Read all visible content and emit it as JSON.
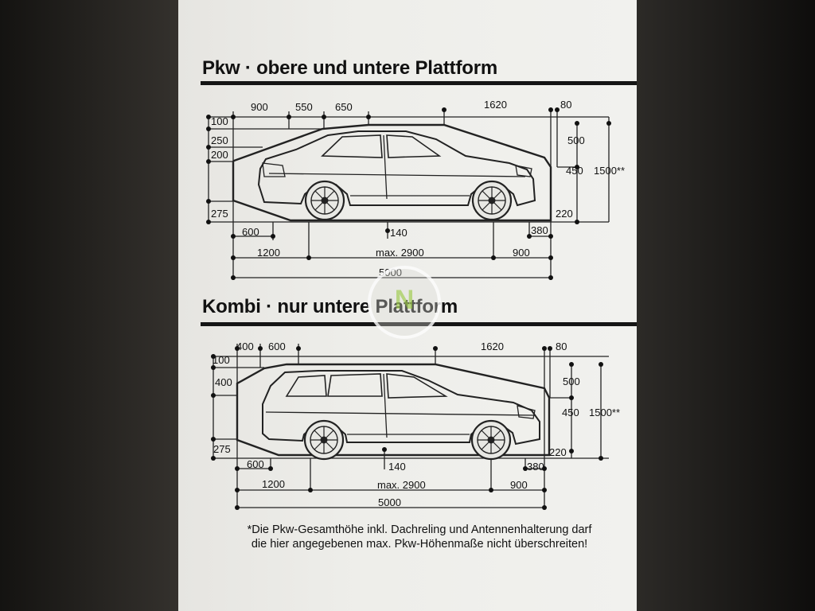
{
  "section1": {
    "title": "Pkw · obere und untere Plattform",
    "dims_top": [
      "900",
      "550",
      "650",
      "1620",
      "80"
    ],
    "dims_left": [
      "100",
      "250",
      "200",
      "275"
    ],
    "dims_right": [
      "500",
      "450",
      "1500**",
      "220"
    ],
    "dims_bottom": [
      "600",
      "140",
      "380",
      "1200",
      "max. 2900",
      "900",
      "5000"
    ]
  },
  "section2": {
    "title": "Kombi · nur untere Plattform",
    "dims_top": [
      "400",
      "600",
      "1620",
      "80"
    ],
    "dims_left": [
      "100",
      "400",
      "275"
    ],
    "dims_right": [
      "500",
      "450",
      "1500**",
      "220"
    ],
    "dims_bottom": [
      "600",
      "140",
      "380",
      "1200",
      "max. 2900",
      "900",
      "5000"
    ]
  },
  "footnote": {
    "line1": "*Die Pkw-Gesamthöhe inkl. Dachreling und Antennenhalterung darf",
    "line2": "die hier angegebenen max. Pkw-Höhenmaße nicht überschreiten!"
  },
  "colors": {
    "ink": "#111111",
    "sign": "#eeeeea",
    "wall": "#1e1c1a"
  }
}
